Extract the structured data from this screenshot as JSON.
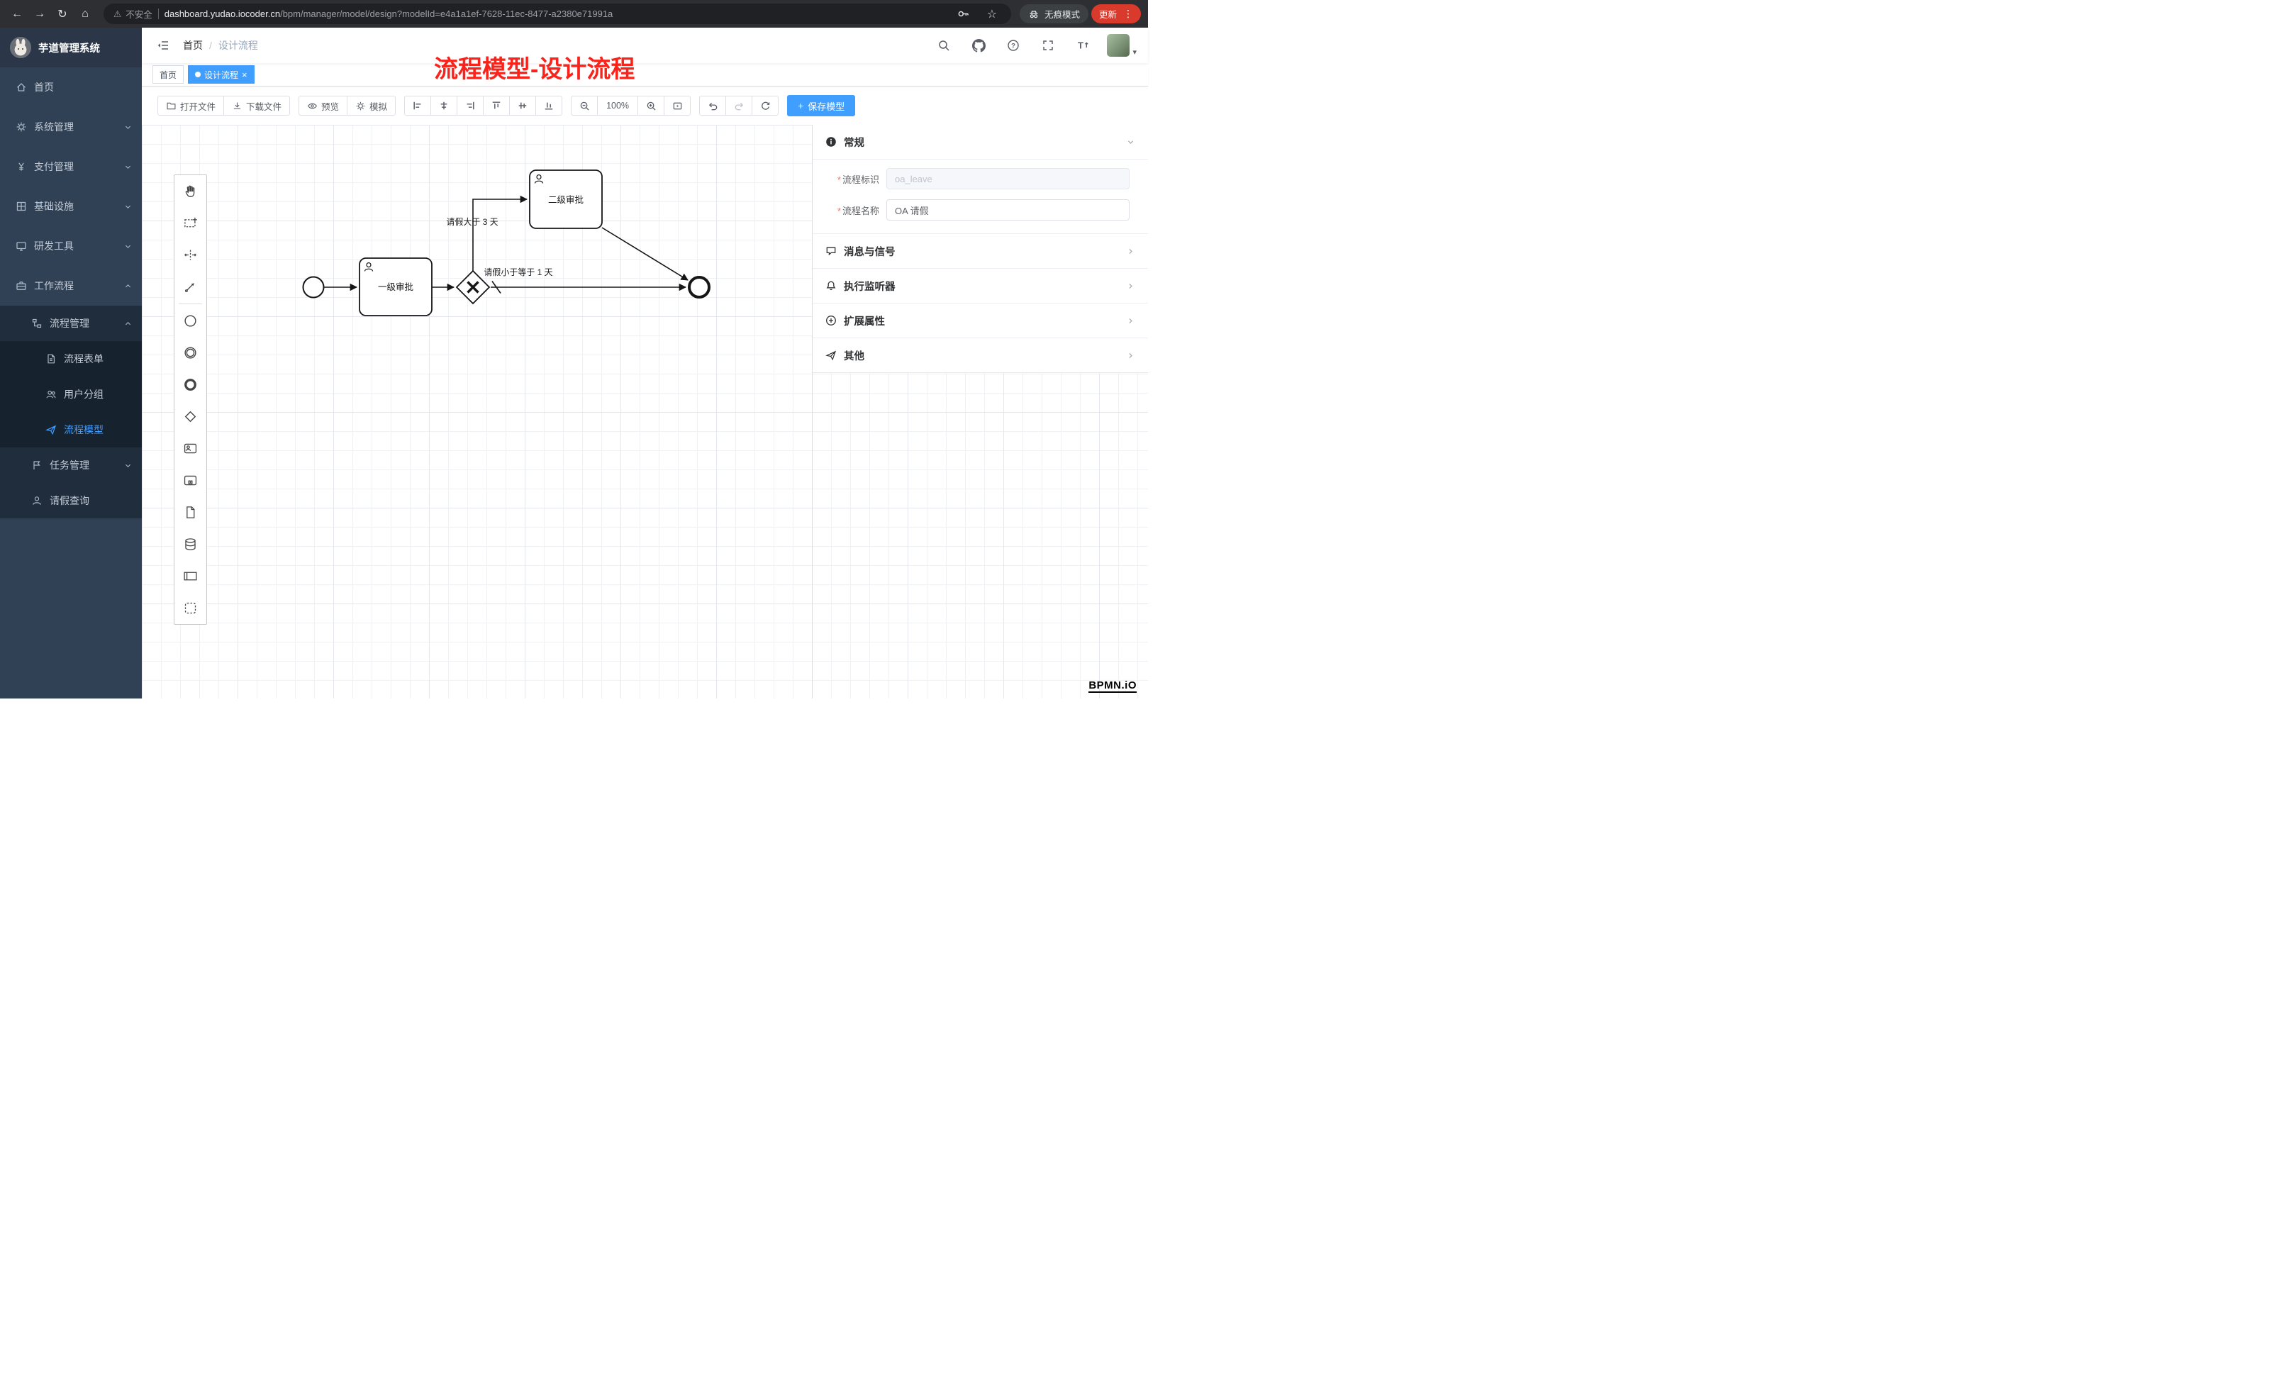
{
  "browser": {
    "security_label": "不安全",
    "url_domain": "dashboard.yudao.iocoder.cn",
    "url_path": "/bpm/manager/model/design?modelId=e4a1a1ef-7628-11ec-8477-a2380e71991a",
    "incognito_label": "无痕模式",
    "update_label": "更新"
  },
  "sidebar": {
    "title": "芋道管理系统",
    "items": {
      "home": "首页",
      "system": "系统管理",
      "payment": "支付管理",
      "infra": "基础设施",
      "devtools": "研发工具",
      "workflow": "工作流程",
      "process_mgmt": "流程管理",
      "process_form": "流程表单",
      "user_group": "用户分组",
      "process_model": "流程模型",
      "task_mgmt": "任务管理",
      "leave_query": "请假查询"
    }
  },
  "header": {
    "breadcrumb_home": "首页",
    "breadcrumb_current": "设计流程"
  },
  "tabs": {
    "home": "首页",
    "design": "设计流程"
  },
  "annotation": "流程模型-设计流程",
  "toolbar": {
    "open": "打开文件",
    "download": "下载文件",
    "preview": "预览",
    "simulate": "模拟",
    "zoom_level": "100%",
    "save": "保存模型"
  },
  "panel": {
    "required_mark": "*",
    "general": {
      "title": "常规",
      "fields": [
        {
          "label": "流程标识",
          "value": "oa_leave"
        },
        {
          "label": "流程名称",
          "value": "OA 请假"
        }
      ]
    },
    "sections": [
      {
        "title": "消息与信号"
      },
      {
        "title": "执行监听器"
      },
      {
        "title": "扩展属性"
      },
      {
        "title": "其他"
      }
    ]
  },
  "diagram": {
    "task1_label": "一级审批",
    "task2_label": "二级审批",
    "condition_gt3": "请假大于 3 天",
    "condition_le1": "请假小于等于 1 天"
  },
  "watermark": "BPMN.iO",
  "colors": {
    "accent": "#409eff",
    "sidebar_bg": "#304156",
    "tab_active": "#409eff",
    "annotation_red": "#f8241c",
    "save_button": "#409eff"
  }
}
